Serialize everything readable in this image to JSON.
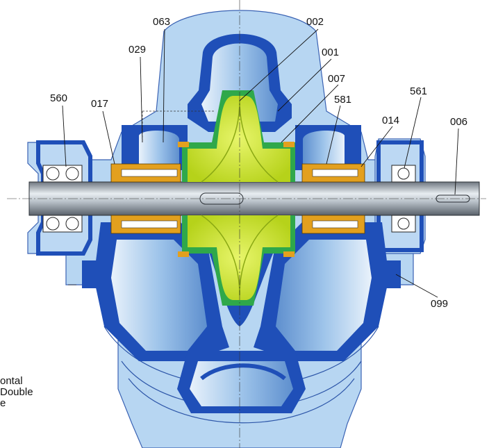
{
  "diagram": {
    "labels": {
      "p063": "063",
      "p002": "002",
      "p029": "029",
      "p001": "001",
      "p007": "007",
      "p560": "560",
      "p017": "017",
      "p581": "581",
      "p561": "561",
      "p014": "014",
      "p006": "006",
      "p099": "099"
    },
    "caption": [
      "ontal",
      "Double",
      "e"
    ],
    "colors": {
      "casing_light": "#b7d6f2",
      "casing_mid": "#8fbbe6",
      "casing_dark": "#1f4fb8",
      "impeller": "#c8e620",
      "impeller_dark": "#a5c21a",
      "seal_green": "#2fa84a",
      "bronze": "#e3a01e",
      "shaft": "#9aa3ad"
    }
  }
}
